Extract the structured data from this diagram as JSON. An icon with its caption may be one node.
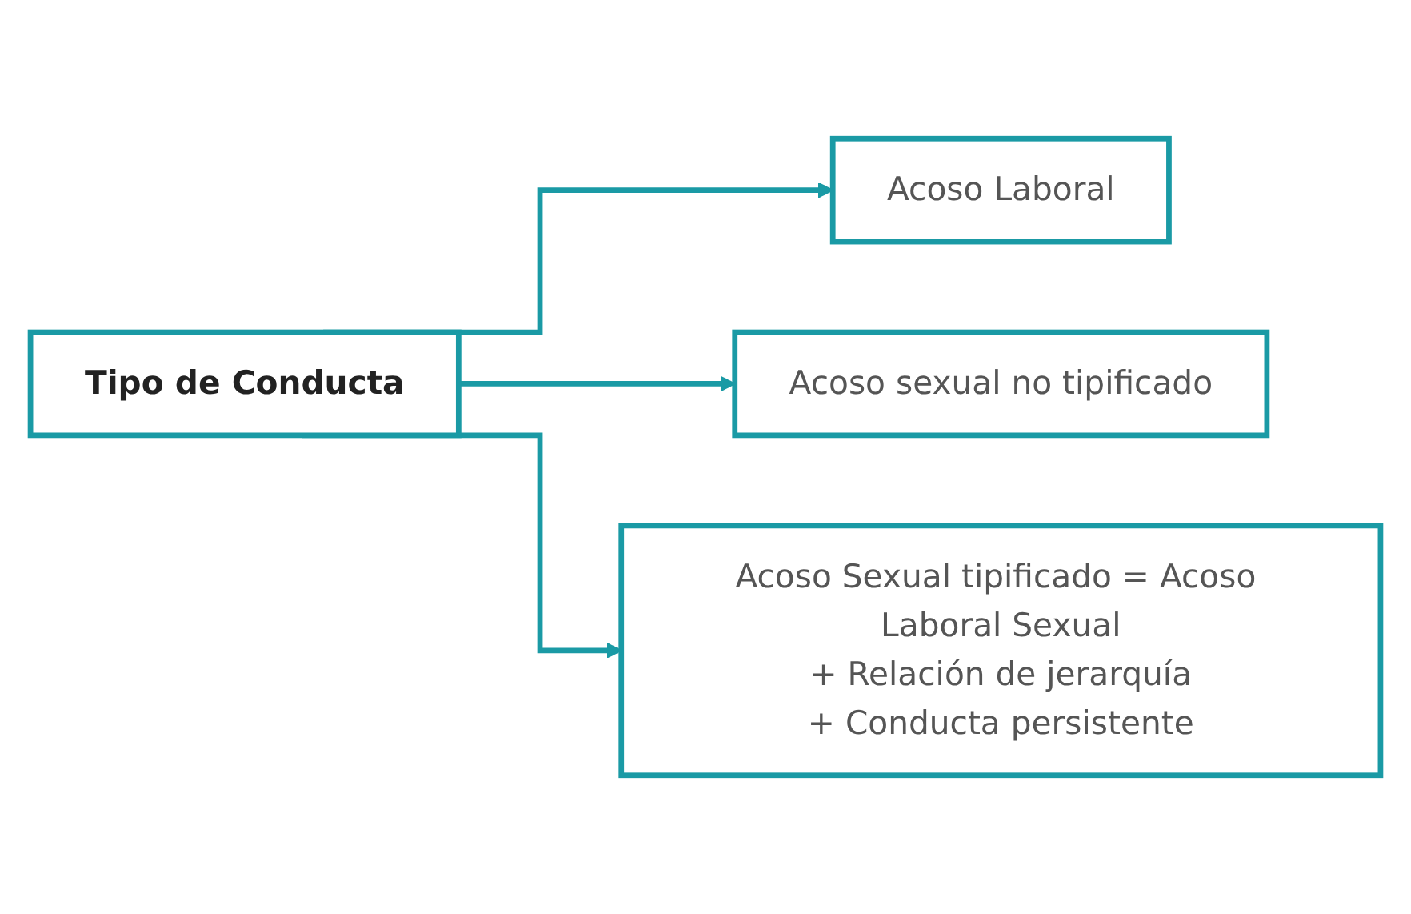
{
  "diagram": {
    "nodes": [
      {
        "text": [
          "Tipo de Conducta"
        ]
      },
      {
        "text": [
          "Acoso Laboral"
        ]
      },
      {
        "text": [
          "Acoso sexual no tipificado"
        ]
      },
      {
        "text": [
          "Acoso Sexual tipificado = Acoso Laboral Sexual",
          "+ Relación de jerarquía",
          "+ Conducta persistente"
        ]
      }
    ],
    "edges": [
      {
        "from": 0,
        "to": 1,
        "arrow": "to"
      },
      {
        "from": 0,
        "to": 2,
        "arrow": "to"
      },
      {
        "from": 0,
        "to": 3,
        "arrow": "to"
      }
    ]
  }
}
